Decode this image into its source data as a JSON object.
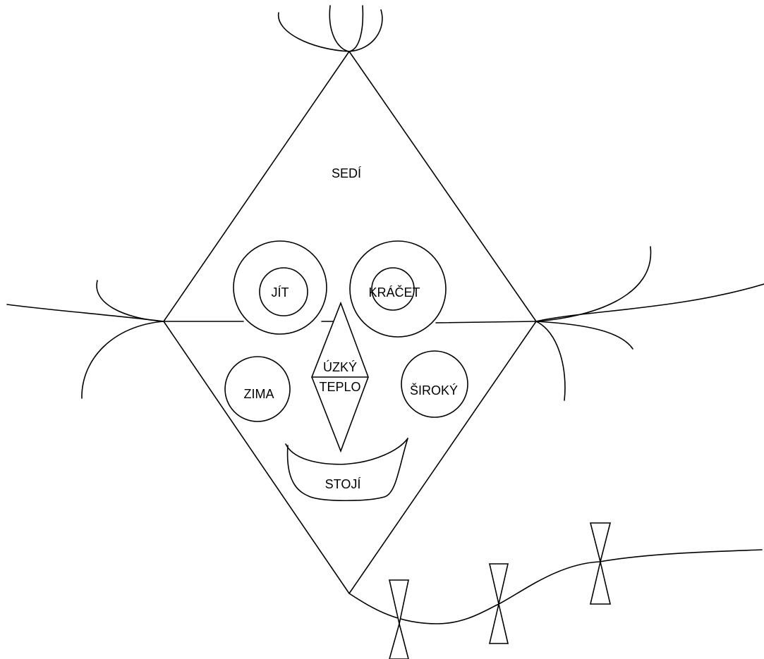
{
  "labels": {
    "top_region": "SEDÍ",
    "left_eye": "JÍT",
    "right_eye": "KRÁČET",
    "nose_upper": "ÚZKÝ",
    "nose_lower": "TEPLO",
    "left_cheek": "ZIMA",
    "right_cheek": "ŠIROKÝ",
    "mouth": "STOJÍ"
  },
  "colors": {
    "stroke": "#000000",
    "background": "#ffffff"
  },
  "tail_bow_count": 3
}
